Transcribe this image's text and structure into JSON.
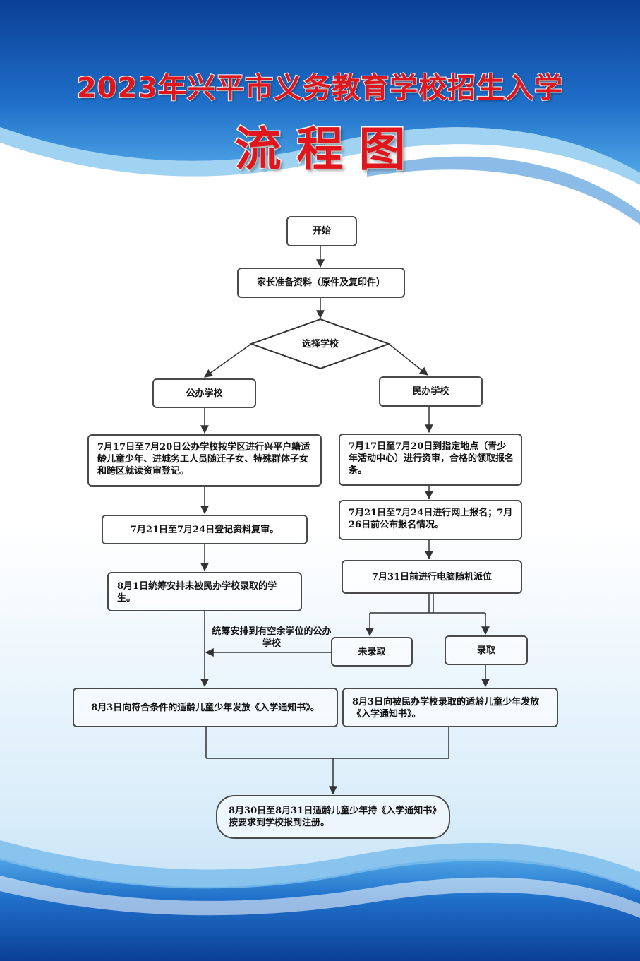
{
  "title": {
    "line1": "2023年兴平市义务教育学校招生入学",
    "line2": "流程图"
  },
  "colors": {
    "title_red": "#e0161c",
    "wave_dark_blue": "#0e4fa8",
    "wave_light_blue": "#4fa6e6"
  },
  "flowchart": {
    "start": "开始",
    "prepare": "家长准备资料（原件及复印件）",
    "decision": "选择学校",
    "public": {
      "label": "公办学校",
      "step1": "7月17日至7月20日公办学校按学区进行兴平户籍适龄儿童少年、进城务工人员随迁子女、特殊群体子女和跨区就读资审登记。",
      "step2": "7月21日至7月24日登记资料复审。",
      "step3": "8月1日统筹安排未被民办学校录取的学生。",
      "notice": "8月3日向符合条件的适龄儿童少年发放《入学通知书》。"
    },
    "private": {
      "label": "民办学校",
      "step1": "7月17日至7月20日到指定地点（青少年活动中心）进行资审，合格的领取报名条。",
      "step2": "7月21日至7月24日进行网上报名；7月26日前公布报名情况。",
      "step3": "7月31日前进行电脑随机派位",
      "not_admitted": "未录取",
      "admitted": "录取",
      "notice": "8月3日向被民办学校录取的适龄儿童少年发放《入学通知书》。"
    },
    "redirect_note": "统筹安排到有空余学位的公办学校",
    "final": "8月30日至8月31日适龄儿童少年持《入学通知书》按要求到学校报到注册。"
  }
}
